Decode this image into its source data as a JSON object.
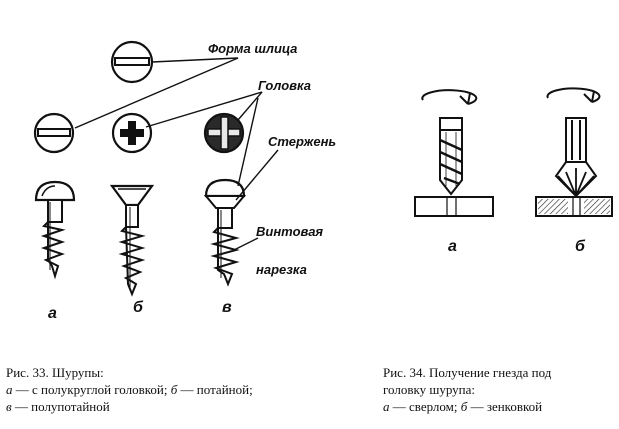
{
  "labels": {
    "slot_shape": "Форма шлица",
    "head": "Головка",
    "shank": "Стержень",
    "thread_line1": "Винтовая",
    "thread_line2": "нарезка"
  },
  "fig33_letters": [
    "а",
    "б",
    "в"
  ],
  "fig34_letters": [
    "а",
    "б"
  ],
  "caption33": {
    "title": "Рис. 33. Шурупы:",
    "a_letter": "а",
    "a_text": " — с  полукруглой  головкой;  ",
    "b_letter": "б",
    "b_text": " — потайной;",
    "v_letter": "в",
    "v_text": " — полупотайной"
  },
  "caption34": {
    "line1": "Рис. 34. Получение гнезда под",
    "line2": "головку шурупа:",
    "a_letter": "а",
    "a_text": " — сверлом;     ",
    "b_letter": "б",
    "b_text": " — зенковкой"
  }
}
